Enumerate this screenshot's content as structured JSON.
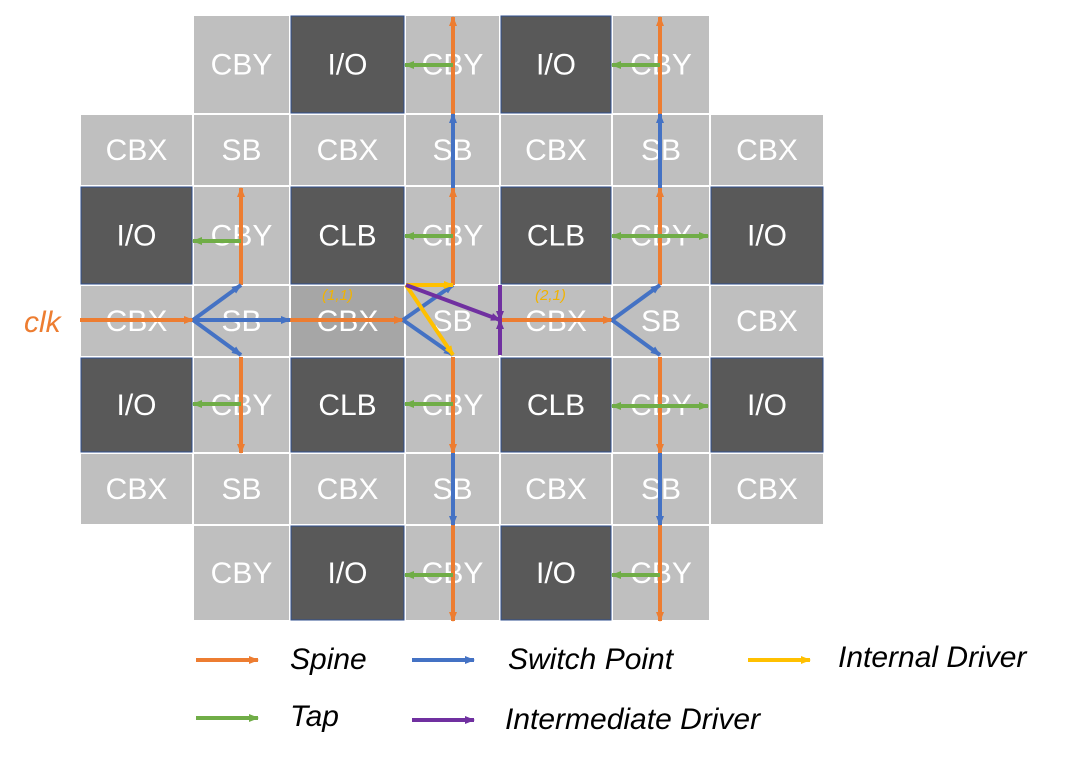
{
  "clk_label": "clk",
  "coords": {
    "c11": "(1,1)",
    "c21": "(2,1)"
  },
  "colors": {
    "light_cell": "#bfbfbf",
    "selected_cell": "#a6a6a6",
    "dark_cell": "#595959",
    "spine": "#ed7d31",
    "switch_point": "#4472c4",
    "internal_driver": "#ffc000",
    "tap": "#70ad47",
    "intermediate_driver": "#7030a0"
  },
  "grid": {
    "rows": [
      [
        "",
        "CBY",
        "I/O",
        "CBY",
        "I/O",
        "CBY",
        ""
      ],
      [
        "CBX",
        "SB",
        "CBX",
        "SB",
        "CBX",
        "SB",
        "CBX"
      ],
      [
        "I/O",
        "CBY",
        "CLB",
        "CBY",
        "CLB",
        "CBY",
        "I/O"
      ],
      [
        "CBX",
        "SB",
        "CBX",
        "SB",
        "CBX",
        "SB",
        "CBX"
      ],
      [
        "I/O",
        "CBY",
        "CLB",
        "CBY",
        "CLB",
        "CBY",
        "I/O"
      ],
      [
        "CBX",
        "SB",
        "CBX",
        "SB",
        "CBX",
        "SB",
        "CBX"
      ],
      [
        "",
        "CBY",
        "I/O",
        "CBY",
        "I/O",
        "CBY",
        ""
      ]
    ]
  },
  "legend": {
    "spine": "Spine",
    "switch_point": "Switch Point",
    "internal_driver": "Internal Driver",
    "tap": "Tap",
    "intermediate_driver": "Intermediate Driver"
  }
}
